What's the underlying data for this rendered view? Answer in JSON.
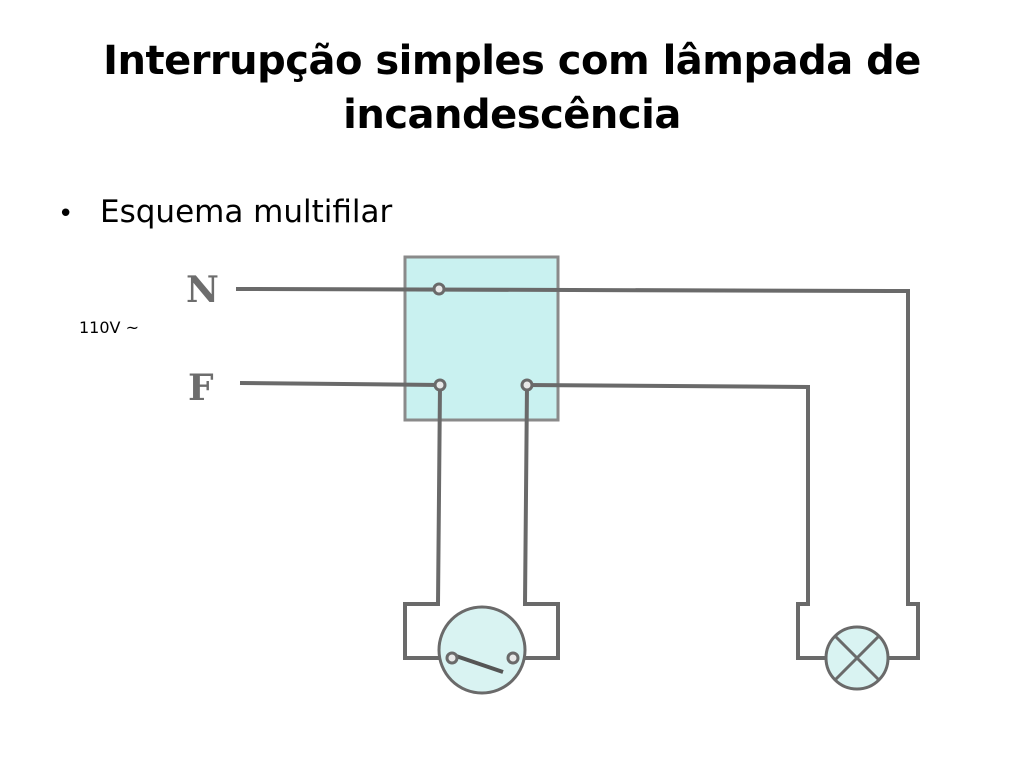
{
  "slide": {
    "title": "Interrupção simples com lâmpada de incandescência",
    "bullets": [
      {
        "bullet_glyph": "•",
        "text": "Esquema multifilar"
      }
    ]
  },
  "diagram": {
    "supply_label": "110V ~",
    "terminals": {
      "neutral": "N",
      "phase": "F"
    },
    "icons": {
      "junction_box": "junction-box",
      "switch": "switch-symbol",
      "lamp": "lamp-symbol"
    },
    "colors": {
      "wire": "#6a6a6a",
      "box_fill": "#c9f1f0",
      "symbol_fill": "#d9f3f2",
      "terminal_fill": "#e8e8e8"
    }
  }
}
